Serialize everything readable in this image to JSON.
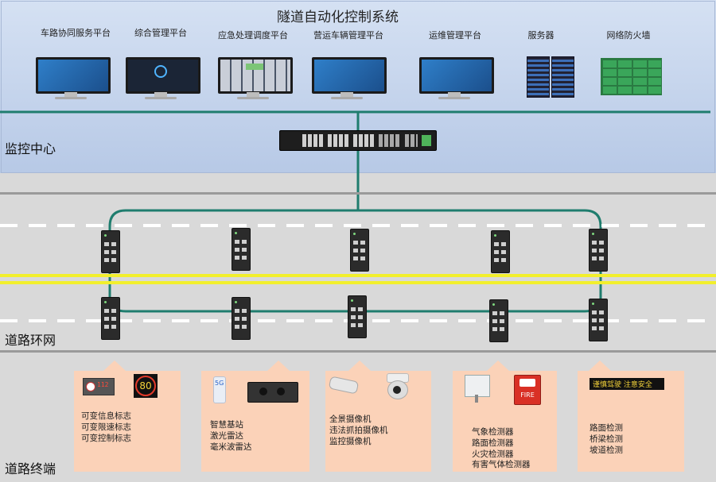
{
  "title": "隧道自动化控制系统",
  "colors": {
    "link": "#1f7d6e",
    "card": "#fbd2b8",
    "sky": "#c9d7ef",
    "road": "#d9d9d9",
    "lane_yellow": "#f2ef2c"
  },
  "platforms": [
    {
      "label": "车路协同服务平台",
      "icon": "monitor-icon"
    },
    {
      "label": "综合管理平台",
      "icon": "monitor-dashboard-icon"
    },
    {
      "label": "应急处理调度平台",
      "icon": "monitor-grid-icon"
    },
    {
      "label": "营运车辆管理平台",
      "icon": "monitor-icon"
    },
    {
      "label": "运维管理平台",
      "icon": "monitor-icon"
    },
    {
      "label": "服务器",
      "icon": "server-icon"
    },
    {
      "label": "网络防火墙",
      "icon": "firewall-icon"
    }
  ],
  "zones": {
    "center": "监控中心",
    "ring": "道路环网",
    "terminal": "道路终端"
  },
  "terminals": [
    {
      "items": [
        "可变信息标志",
        "可变限速标志",
        "可变控制标志"
      ],
      "icons": [
        "variable-sign-icon",
        "speed-limit-sign-icon"
      ],
      "sign_text": "112",
      "speed": "80"
    },
    {
      "items": [
        "智慧基站",
        "激光雷达",
        "毫米波雷达"
      ],
      "icons": [
        "5g-base-station-icon",
        "radar-icon"
      ],
      "badge": "5G"
    },
    {
      "items": [
        "全景摄像机",
        "违法抓拍摄像机",
        "监控摄像机"
      ],
      "icons": [
        "bullet-camera-icon",
        "dome-camera-icon"
      ]
    },
    {
      "items": [
        "气象检测器",
        "路面检测器",
        "火灾检测器",
        "有害气体检测器"
      ],
      "icons": [
        "weather-detector-icon",
        "fire-alarm-icon"
      ],
      "alarm_text": "FIRE"
    },
    {
      "items": [
        "路面检测",
        "桥梁检测",
        "坡道检测"
      ],
      "icons": [
        "led-warning-board-icon"
      ],
      "board_text": "谨慎驾驶 注意安全"
    }
  ]
}
